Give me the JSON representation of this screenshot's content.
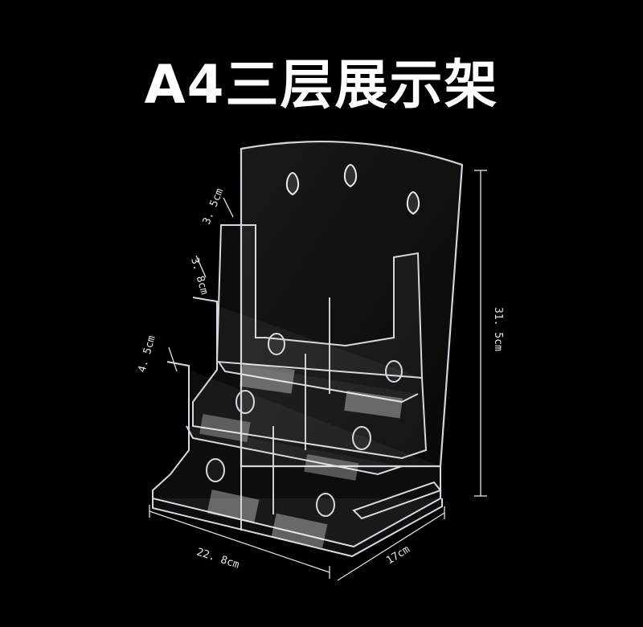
{
  "title": "A4三层展示架",
  "dimensions": {
    "height": "31. 5cm",
    "width": "22. 8cm",
    "depth": "17cm",
    "tier_top": "3. 5cm",
    "tier_mid": "3. 8cm",
    "tier_bottom": "4. 5cm"
  },
  "colors": {
    "background": "#000000",
    "acrylic": "#d8dde3",
    "text": "#ffffff"
  }
}
